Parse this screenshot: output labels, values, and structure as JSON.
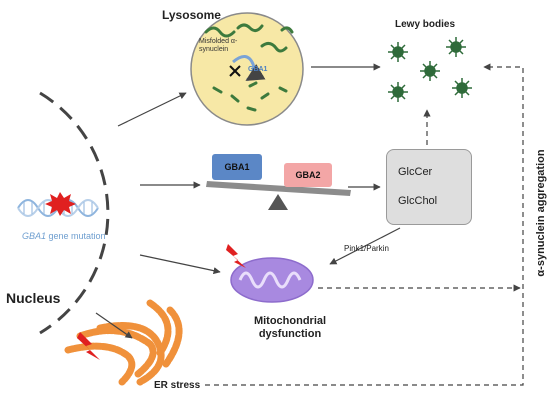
{
  "labels": {
    "lysosome": "Lysosome",
    "misfolded": "Misfolded α-synuclein",
    "gba1_lysosome": "GBA1",
    "lewy_bodies": "Lewy bodies",
    "gba1": "GBA1",
    "gba2": "GBA2",
    "glccer": "GlcCer",
    "glcchol": "GlcChol",
    "gene_italic": "GBA1",
    "gene_mutation": " gene mutation",
    "pink_parkin": "Pink1/Parkin",
    "nucleus": "Nucleus",
    "mito_line1": "Mitochondrial",
    "mito_line2": "dysfunction",
    "er_stress": "ER stress",
    "asyn_aggregation": "α-synuclein aggregation"
  },
  "colors": {
    "lysosome_fill": "#f7e8a6",
    "lysosome_stroke": "#8a8a8a",
    "gba1_box": "#5b87c6",
    "gba2_box": "#f3a6a6",
    "glc_box": "#dedede",
    "mito_fill": "#a889e0",
    "er_fill": "#f0913b",
    "lewy_fill": "#2f6b3a",
    "mutation_text": "#6f9fd0",
    "lightning": "#e02020"
  },
  "icons": {
    "up_arrow": "up-arrow-icon",
    "down_arrow": "down-arrow-icon",
    "lightning": "lightning-icon",
    "explosion": "explosion-icon",
    "dna": "dna-helix-icon"
  }
}
